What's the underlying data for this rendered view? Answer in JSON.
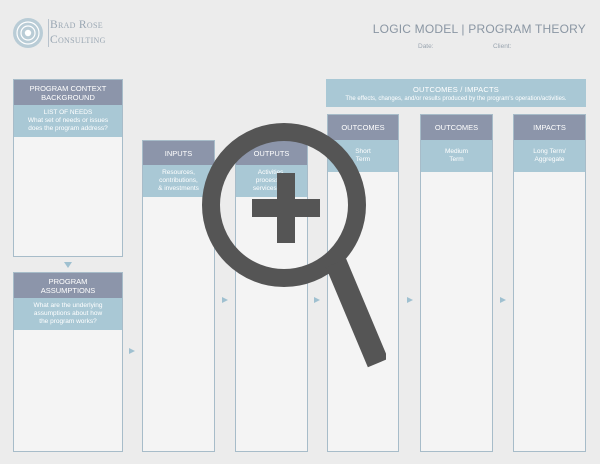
{
  "logo": {
    "line1": "Brad Rose",
    "line2": "Consulting"
  },
  "title": "LOGIC MODEL | PROGRAM THEORY",
  "fields": {
    "date": "Date:",
    "client": "Client:"
  },
  "columns": {
    "context": {
      "head_l1": "PROGRAM CONTEXT",
      "head_l2": "BACKGROUND",
      "sub": [
        "LIST OF NEEDS",
        "What set of needs or issues",
        "does the program address?"
      ]
    },
    "assumptions": {
      "head_l1": "PROGRAM",
      "head_l2": "ASSUMPTIONS",
      "sub": [
        "What are the underlying",
        "assumptions about how",
        "the program works?"
      ]
    },
    "inputs": {
      "head": "INPUTS",
      "sub": [
        "Resources,",
        "contributions,",
        "& investments"
      ]
    },
    "outputs": {
      "head": "OUTPUTS",
      "sub": [
        "Activities,",
        "processes,",
        "services & ..."
      ]
    },
    "outcomes_short": {
      "head": "OUTCOMES",
      "sub": [
        "Short",
        "Term"
      ]
    },
    "outcomes_medium": {
      "head": "OUTCOMES",
      "sub": [
        "Medium",
        "Term"
      ]
    },
    "impacts": {
      "head": "IMPACTS",
      "sub": [
        "Long Term/",
        "Aggregate"
      ]
    }
  },
  "banner": {
    "title": "OUTCOMES / IMPACTS",
    "sub": "The effects, changes, and/or results produced by the program's operation/activities."
  },
  "colors": {
    "header": "#8c95aa",
    "sub": "#a9c8d5",
    "border": "#a7bcc9",
    "zoom": "#555555"
  },
  "icons": {
    "zoom": "zoom-in-icon",
    "arrow": "arrow-right-icon",
    "logo": "concentric-circles-logo-icon"
  }
}
